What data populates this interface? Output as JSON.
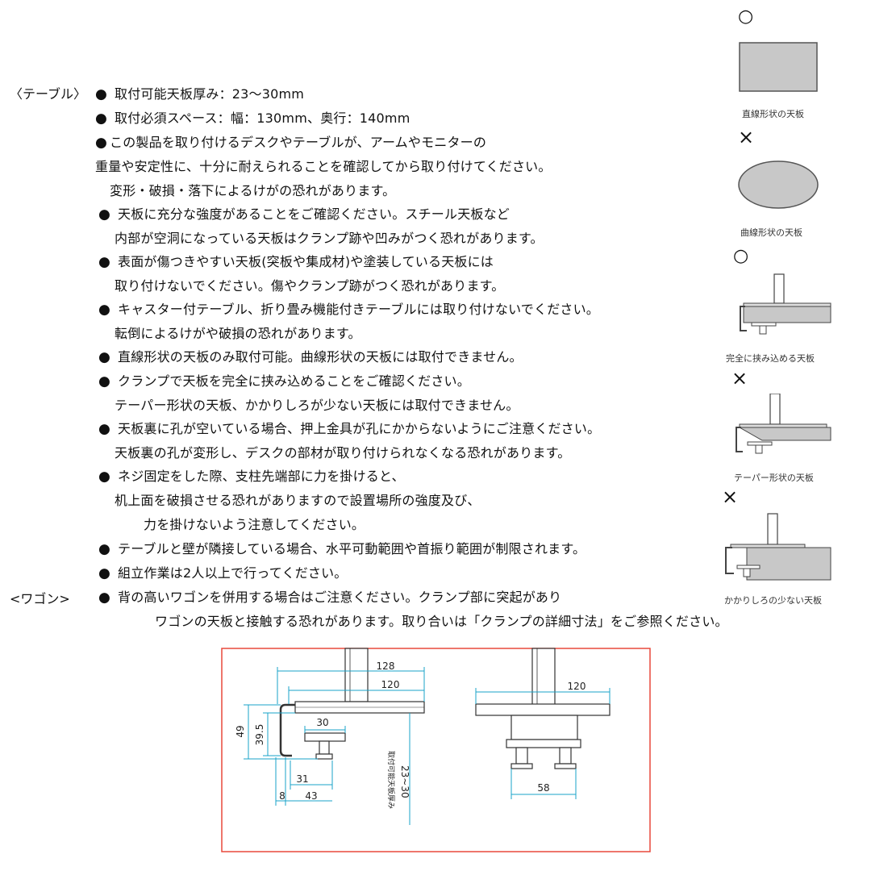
{
  "side_labels": {
    "table": "〈テーブル〉",
    "wagon": "<ワゴン>"
  },
  "bullet_glyph": "●",
  "lines": [
    {
      "id": "l1",
      "text": "取付可能天板厚み：23〜30mm"
    },
    {
      "id": "l2",
      "text": "取付必須スペース：幅：130mm、奥行：140mm"
    },
    {
      "id": "l3",
      "text": "この製品を取り付けるデスクやテーブルが、アームやモニターの"
    },
    {
      "id": "l4",
      "text": "重量や安定性に、十分に耐えられることを確認してから取り付けてください。"
    },
    {
      "id": "l5",
      "text": "変形・破損・落下によるけがの恐れがあります。"
    },
    {
      "id": "l6",
      "text": "天板に充分な強度があることをご確認ください。スチール天板など"
    },
    {
      "id": "l7",
      "text": "内部が空洞になっている天板はクランプ跡や凹みがつく恐れがあります。"
    },
    {
      "id": "l8",
      "text": "表面が傷つきやすい天板(突板や集成材)や塗装している天板には"
    },
    {
      "id": "l9",
      "text": "取り付けないでください。傷やクランプ跡がつく恐れがあります。"
    },
    {
      "id": "l10",
      "text": "キャスター付テーブル、折り畳み機能付きテーブルには取り付けないでください。"
    },
    {
      "id": "l11",
      "text": "転倒によるけがや破損の恐れがあります。"
    },
    {
      "id": "l12",
      "text": "直線形状の天板のみ取付可能。曲線形状の天板には取付できません。"
    },
    {
      "id": "l13",
      "text": "クランプで天板を完全に挟み込めることをご確認ください。"
    },
    {
      "id": "l14",
      "text": "テーパー形状の天板、かかりしろが少ない天板には取付できません。"
    },
    {
      "id": "l15",
      "text": "天板裏に孔が空いている場合、押上金具が孔にかからないようにご注意ください。"
    },
    {
      "id": "l16",
      "text": "天板裏の孔が変形し、デスクの部材が取り付けられなくなる恐れがあります。"
    },
    {
      "id": "l17",
      "text": "ネジ固定をした際、支柱先端部に力を掛けると、"
    },
    {
      "id": "l18",
      "text": "机上面を破損させる恐れがありますので設置場所の強度及び、"
    },
    {
      "id": "l19",
      "text": "力を掛けないよう注意してください。"
    },
    {
      "id": "l20",
      "text": "テーブルと壁が隣接している場合、水平可動範囲や首振り範囲が制限されます。"
    },
    {
      "id": "l21",
      "text": "組立作業は2人以上で行ってください。"
    },
    {
      "id": "l22",
      "text": "背の高いワゴンを併用する場合はご注意ください。クランプ部に突起があり"
    },
    {
      "id": "l23",
      "text": "ワゴンの天板と接触する恐れがあります。取り合いは「クランプの詳細寸法」をご参照ください。"
    }
  ],
  "illustrations": [
    {
      "mark": "○",
      "caption": "直線形状の天板"
    },
    {
      "mark": "×",
      "caption": "曲線形状の天板"
    },
    {
      "mark": "○",
      "caption": "完全に挟み込める天板"
    },
    {
      "mark": "×",
      "caption": "テーパー形状の天板"
    },
    {
      "mark": "×",
      "caption": "かかりしろの少ない天板"
    }
  ],
  "dimensions": {
    "d128": "128",
    "d120a": "120",
    "d120b": "120",
    "d49": "49",
    "d39_5": "39.5",
    "d30": "30",
    "d31": "31",
    "d8": "8",
    "d43": "43",
    "d58": "58",
    "thickness_label": "取付可能天板厚み",
    "thickness_range": "23~30"
  },
  "colors": {
    "dimension_line": "#1aa3c8",
    "frame_border": "#e8493b",
    "panel_fill": "#c8c8c8"
  }
}
